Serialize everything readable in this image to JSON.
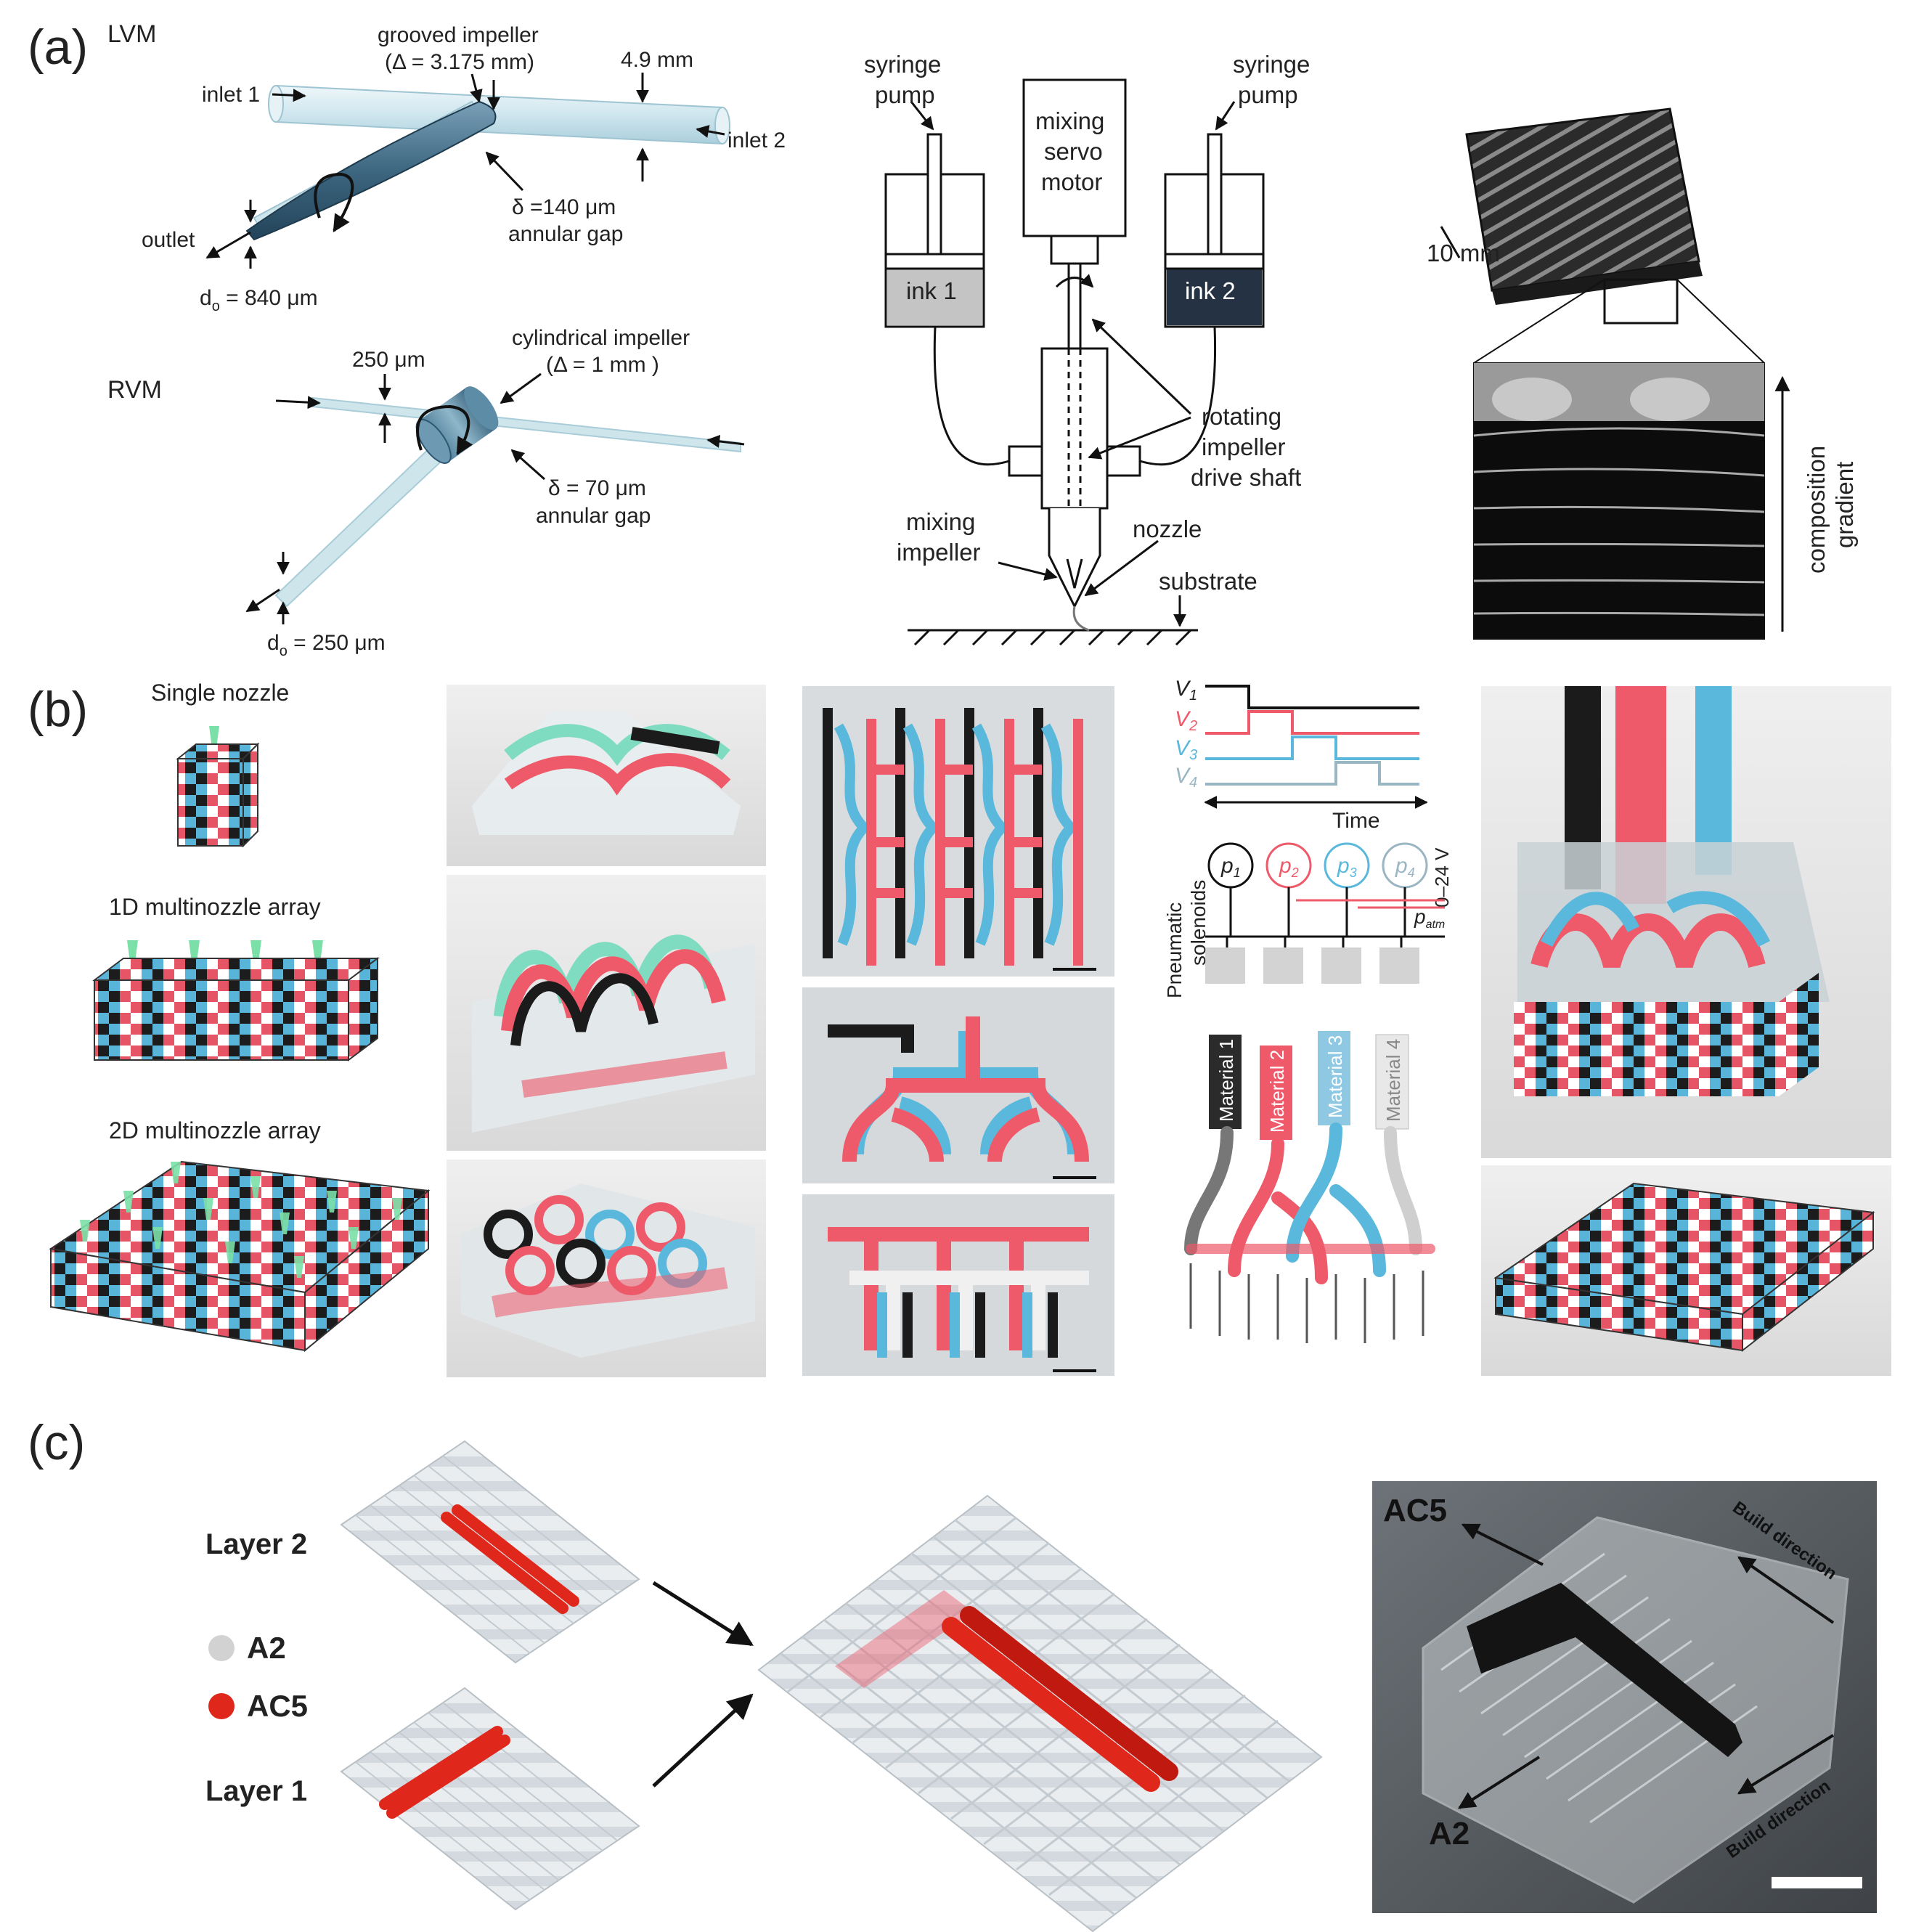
{
  "panels": {
    "a": {
      "label": "(a)",
      "lvm": {
        "title": "LVM",
        "grooved_impeller": "grooved impeller",
        "grooved_dim": "(Δ = 3.175 mm)",
        "diameter": "4.9 mm",
        "inlet1": "inlet 1",
        "inlet2": "inlet 2",
        "gap": "δ =140 μm",
        "gap_note": "annular gap",
        "outlet": "outlet",
        "outlet_d": "d",
        "outlet_d_sub": "o",
        "outlet_d_val": " = 840 μm"
      },
      "rvm": {
        "title": "RVM",
        "width": "250 μm",
        "cyl_impeller": "cylindrical impeller",
        "cyl_dim": "(Δ = 1 mm )",
        "gap": "δ = 70 μm",
        "gap_note": "annular gap",
        "outlet_d": "d",
        "outlet_d_sub": "o",
        "outlet_d_val": " = 250 μm"
      },
      "setup": {
        "pump_left_1": "syringe",
        "pump_left_2": "pump",
        "pump_right_1": "syringe",
        "pump_right_2": "pump",
        "motor_1": "mixing",
        "motor_2": "servo",
        "motor_3": "motor",
        "ink1": "ink 1",
        "ink2": "ink 2",
        "rot_1": "rotating",
        "rot_2": "impeller",
        "rot_3": "drive shaft",
        "mix_imp_1": "mixing",
        "mix_imp_2": "impeller",
        "nozzle": "nozzle",
        "substrate": "substrate"
      },
      "photo": {
        "scale": "10 mm",
        "gradient_1": "composition",
        "gradient_2": "gradient"
      }
    },
    "b": {
      "label": "(b)",
      "single": "Single nozzle",
      "oned": "1D multinozzle array",
      "twod": "2D multinozzle array",
      "timing": {
        "v1": "V",
        "v1s": "1",
        "v2": "V",
        "v2s": "2",
        "v3": "V",
        "v3s": "3",
        "v4": "V",
        "v4s": "4",
        "time": "Time",
        "p1": "p",
        "p1s": "1",
        "p2": "p",
        "p2s": "2",
        "p3": "p",
        "p3s": "3",
        "p4": "p",
        "p4s": "4",
        "voltage": "0–24 V",
        "patm": "p",
        "patm_s": "atm",
        "pneumatic_1": "Pneumatic",
        "pneumatic_2": "solenoids",
        "mat1": "Material 1",
        "mat2": "Material 2",
        "mat3": "Material 3",
        "mat4": "Material 4"
      }
    },
    "c": {
      "label": "(c)",
      "layer2": "Layer 2",
      "layer1": "Layer 1",
      "a2": "A2",
      "ac5": "AC5",
      "photo_ac5": "AC5",
      "photo_a2": "A2",
      "build1": "Build direction",
      "build2": "Build direction"
    }
  },
  "colors": {
    "red": "#ee5a6a",
    "blue": "#5ab8dc",
    "black": "#1e1e1e",
    "grey": "#c8c8c8",
    "lvm_blue": "#3f6a86",
    "tube": "#d4e8ee",
    "ink2_fill": "#243244",
    "ink1_fill": "#c4c4c4",
    "bright_red": "#e0271b"
  }
}
